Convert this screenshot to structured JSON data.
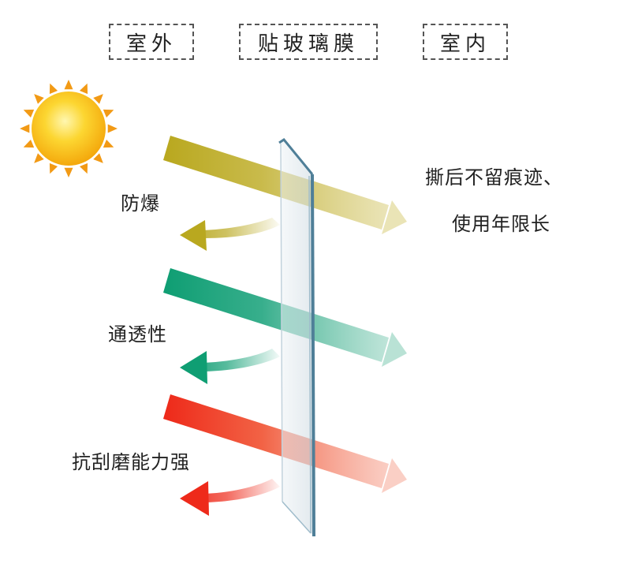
{
  "headers": {
    "outdoor": "室外",
    "film": "贴玻璃膜",
    "indoor": "室内"
  },
  "features": {
    "explosion_proof": "防爆",
    "transparency": "通透性",
    "scratch_resistant": "抗刮磨能力强"
  },
  "right_text": {
    "line1": "撕后不留痕迹、",
    "line2": "使用年限长"
  },
  "colors": {
    "yellow_ray": "#b9a81f",
    "green_ray": "#0f9e73",
    "red_ray": "#ee2a1a",
    "sun": "#fbc21f",
    "glass": "#dfe8ee",
    "glass_edge": "#4f7f98"
  },
  "icons": [
    "sun-icon",
    "glass-pane-icon"
  ]
}
